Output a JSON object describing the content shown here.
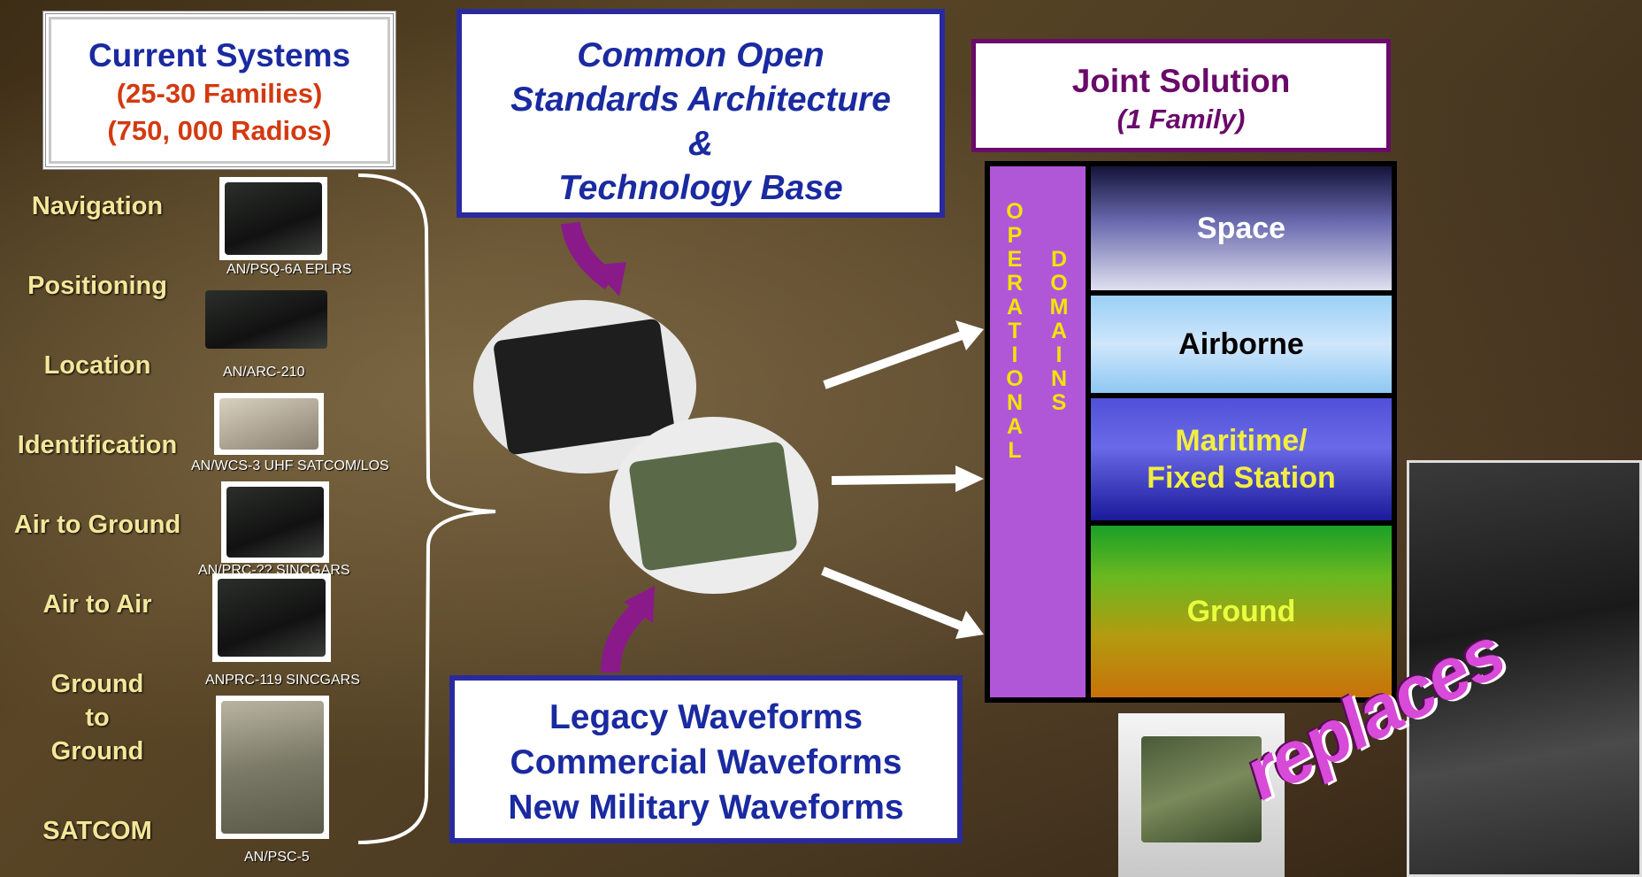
{
  "current_systems": {
    "title": "Current Systems",
    "families": "(25-30 Families)",
    "radios": "(750, 000 Radios)"
  },
  "functions": [
    "Navigation",
    "Positioning",
    "Location",
    "Identification",
    "Air to Ground",
    "Air to Air",
    "Ground",
    "to",
    "Ground",
    "SATCOM"
  ],
  "radio_captions": [
    "AN/PSQ-6A EPLRS",
    "AN/ARC-210",
    "AN/WCS-3 UHF SATCOM/LOS",
    "AN/PRC-?? SINCGARS",
    "ANPRC-119 SINCGARS",
    "AN/PSC-5"
  ],
  "architecture": {
    "line1": "Common Open",
    "line2": "Standards Architecture",
    "line3": "&",
    "line4": "Technology Base"
  },
  "waveforms": [
    "Legacy Waveforms",
    "Commercial Waveforms",
    "New Military Waveforms"
  ],
  "joint_solution": {
    "title": "Joint Solution",
    "subtitle": "(1 Family)"
  },
  "operational_domains": {
    "vertical_label_1": "OPERATIONAL",
    "vertical_label_2": "DOMAINS",
    "bands": [
      "Space",
      "Airborne",
      "Maritime/",
      "Fixed Station",
      "Ground"
    ]
  },
  "replaces_label": "replaces",
  "colors": {
    "title_blue": "#1a2aa0",
    "accent_orange": "#d23a10",
    "purple": "#6a0a6a",
    "function_yellow": "#f4e79a",
    "domain_purple": "#b057d8"
  }
}
